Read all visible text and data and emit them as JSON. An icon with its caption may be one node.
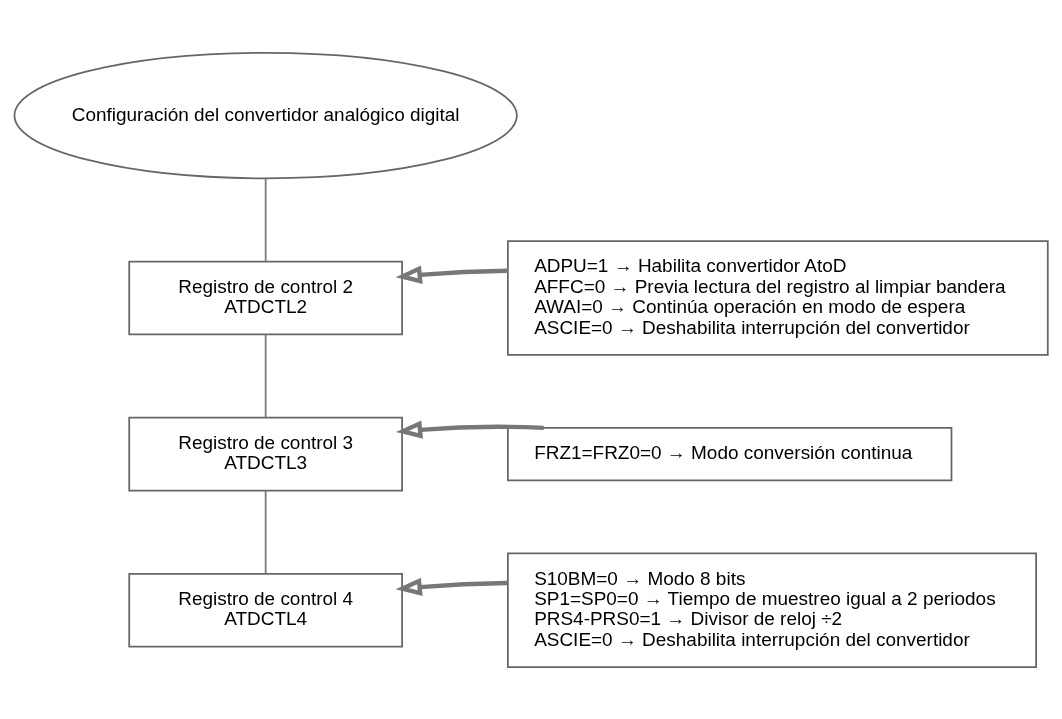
{
  "diagram": {
    "nodes": [
      {
        "text": [
          "Configuración del convertidor analógico digital"
        ]
      },
      {
        "text": [
          "Registro de control 2",
          "ATDCTL2"
        ]
      },
      {
        "text": [
          "ADPU=1 → Habilita convertidor AtoD",
          "AFFC=0 → Previa lectura del registro al limpiar bandera",
          "AWAI=0 → Continúa operación en modo de espera",
          "ASCIE=0 → Deshabilita interrupción del convertidor"
        ]
      },
      {
        "text": [
          "Registro de control 3",
          "ATDCTL3"
        ]
      },
      {
        "text": [
          "FRZ1=FRZ0=0 → Modo conversión continua"
        ]
      },
      {
        "text": [
          "Registro de control 4",
          "ATDCTL4"
        ]
      },
      {
        "text": [
          "S10BM=0 → Modo 8 bits",
          "SP1=SP0=0 → Tiempo de muestreo igual a 2 periodos",
          "PRS4-PRS0=1 → Divisor de reloj ÷2",
          "ASCIE=0 → Deshabilita interrupción del convertidor"
        ]
      }
    ],
    "edges": [
      {
        "from": 0,
        "to": 1,
        "arrow": "none"
      },
      {
        "from": 2,
        "to": 1,
        "arrow": "to",
        "style": "thick"
      },
      {
        "from": 1,
        "to": 3,
        "arrow": "none"
      },
      {
        "from": 4,
        "to": 3,
        "arrow": "to",
        "style": "thick"
      },
      {
        "from": 3,
        "to": 5,
        "arrow": "none"
      },
      {
        "from": 6,
        "to": 5,
        "arrow": "to",
        "style": "thick"
      }
    ]
  }
}
